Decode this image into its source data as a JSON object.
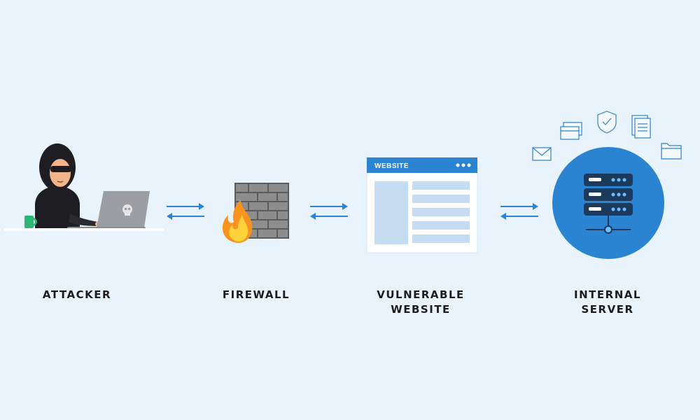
{
  "diagram": {
    "nodes": [
      {
        "id": "attacker",
        "label_lines": [
          "ATTACKER"
        ]
      },
      {
        "id": "firewall",
        "label_lines": [
          "FIREWALL"
        ]
      },
      {
        "id": "website",
        "label_lines": [
          "VULNERABLE",
          "WEBSITE"
        ]
      },
      {
        "id": "server",
        "label_lines": [
          "INTERNAL",
          "SERVER"
        ]
      }
    ],
    "website_window": {
      "header_text": "WEBSITE"
    },
    "edges": [
      {
        "from": "attacker",
        "to": "firewall",
        "direction": "bidirectional"
      },
      {
        "from": "firewall",
        "to": "website",
        "direction": "bidirectional"
      },
      {
        "from": "website",
        "to": "server",
        "direction": "bidirectional"
      }
    ],
    "server_data_icons": [
      "mail-icon",
      "wallet-icon",
      "shield-check-icon",
      "document-icon",
      "folder-icon"
    ],
    "colors": {
      "background": "#e9f3fc",
      "accent": "#2a84d2",
      "server_circle": "#2a84d2",
      "hacker": "#1e1e22",
      "laptop": "#9d9ea3",
      "mug": "#2bb673",
      "flame": "#f7b52b",
      "brick": "#8d8d8d"
    }
  }
}
